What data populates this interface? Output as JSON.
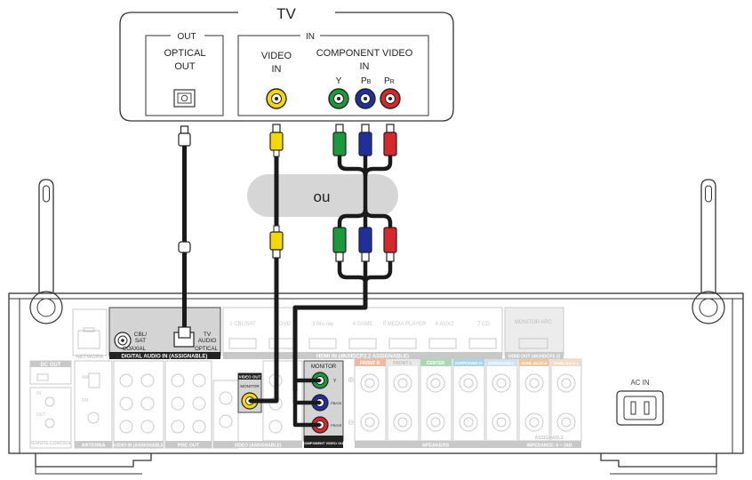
{
  "tv": {
    "title": "TV",
    "out_label": "OUT",
    "in_label": "IN",
    "optical_line1": "OPTICAL",
    "optical_line2": "OUT",
    "video_line1": "VIDEO",
    "video_line2": "IN",
    "component_line1": "COMPONENT VIDEO",
    "component_line2": "IN",
    "y_label": "Y",
    "pb_main": "P",
    "pb_sub": "B",
    "pr_main": "P",
    "pr_sub": "R"
  },
  "or_label": "ou",
  "receiver": {
    "network": "NETWORK",
    "digital_audio_in": "DIGITAL AUDIO IN (ASSIGNABLE)",
    "coaxial_src": "CBL/",
    "coaxial_src2": "SAT",
    "coaxial": "COAXIAL",
    "optical_src": "TV",
    "optical_src2": "AUDIO",
    "optical": "OPTICAL",
    "hdmi_labels": [
      "1 CBL/SAT",
      "2 DVD",
      "3 Blu-ray",
      "4 GAME",
      "5 MEDIA PLAYER",
      "6 AUX2",
      "7 CD"
    ],
    "hdmi_in": "HDMI IN (4K/HDCP2.2 ASSIGNABLE)",
    "monitor_arc": "MONITOR ARC",
    "hdmi_out": "HDMI OUT (4K/HDCP2.2)",
    "dc_out": "DC OUT",
    "antenna": "ANTENNA",
    "audio_in": "AUDIO IN (ASSIGNABLE)",
    "pre_out": "PRE OUT",
    "video_out_badge": "VIDEO OUT",
    "video_monitor": "MONITOR",
    "video_assignable": "VIDEO (ASSIGNABLE)",
    "component_monitor": "MONITOR",
    "component_video_out": "COMPONENT VIDEO OUT",
    "cy": "Y",
    "cpb": "PB/CB",
    "cpr": "PR/CR",
    "speaker_tabs": [
      "FRONT R",
      "FRONT L",
      "CENTER",
      "SURROUND R",
      "SURROUND L",
      "SURR. BACK R",
      "SURR. BACK L"
    ],
    "speakers": "SPEAKERS",
    "assignable": "ASSIGNABLE",
    "impedance": "IMPEDANCE: 6 ~ 16Ω",
    "ac_in": "AC IN",
    "remote_control": "REMOTE CONTROL",
    "ir_in": "IN",
    "ir_out": "OUT",
    "am": "AM",
    "fm": "FM"
  },
  "colors": {
    "cable": "#1a1a1a",
    "yellow": "#f5d800",
    "green": "#1a9a3a",
    "blue": "#1f2f9e",
    "red": "#d8262a",
    "receiver_line": "#333333",
    "faded": "#c8c8c8",
    "cloud": "#d6d6d6"
  }
}
